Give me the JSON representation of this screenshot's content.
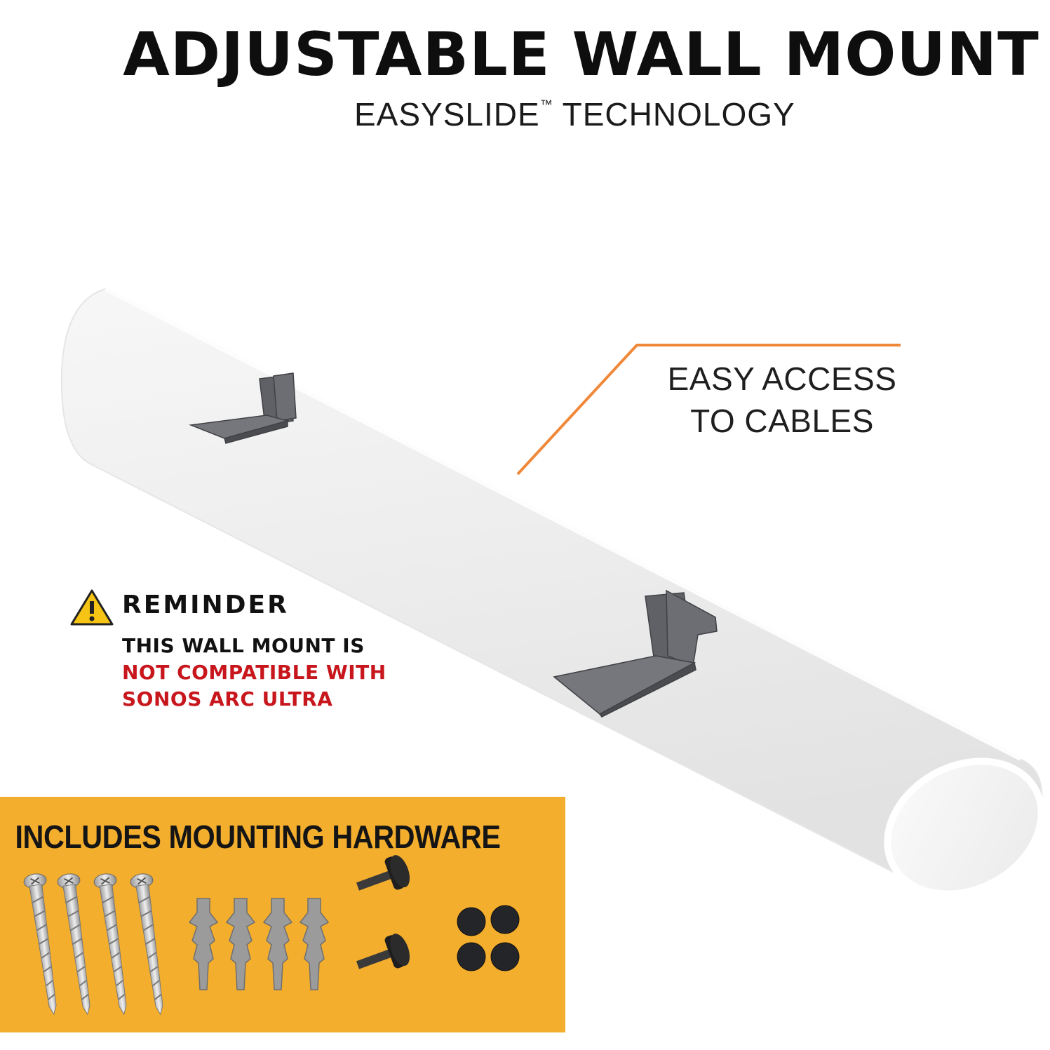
{
  "header": {
    "title": "ADJUSTABLE WALL MOUNT",
    "subtitle_main": "EASYSLIDE",
    "subtitle_tm": "™",
    "subtitle_rest": " TECHNOLOGY"
  },
  "callout": {
    "line1": "EASY ACCESS",
    "line2": "TO CABLES",
    "line_color": "#f0883a"
  },
  "reminder": {
    "heading": "REMINDER",
    "line1": "THIS WALL MOUNT IS",
    "line2": "NOT COMPATIBLE WITH",
    "line3": "SONOS ARC ULTRA",
    "warning_color": "#c8161d",
    "icon": "warning-triangle-icon"
  },
  "hardware": {
    "title": "INCLUDES MOUNTING HARDWARE",
    "panel_color": "#f4ae2e",
    "items": [
      "screw-icon",
      "wall-anchor-icon",
      "thumb-screw-icon",
      "rubber-pad-icon"
    ],
    "counts": {
      "screws": 4,
      "anchors": 4,
      "thumb_screws": 2,
      "pads": 4
    }
  }
}
